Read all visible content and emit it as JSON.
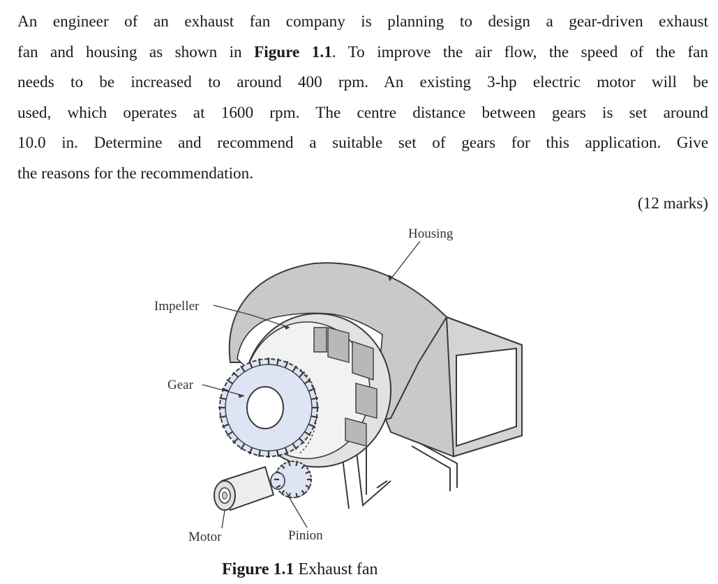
{
  "question": {
    "lines": [
      {
        "pre": "An engineer of an exhaust fan company is planning to design a gear-driven exhaust"
      },
      {
        "pre": "fan and housing as shown in ",
        "bold": "Figure 1.1",
        "post": ". To improve the air flow, the speed of the fan"
      },
      {
        "pre": "needs to be increased to around 400 rpm. An existing 3-hp electric motor will be"
      },
      {
        "pre": "used, which operates at 1600 rpm. The centre distance between gears is set around"
      },
      {
        "pre": "10.0 in. Determine and recommend a suitable set of gears for this application. Give"
      },
      {
        "pre": "the reasons for the recommendation."
      }
    ],
    "marks": "(12 marks)"
  },
  "figure": {
    "labels": {
      "housing": "Housing",
      "impeller": "Impeller",
      "gear": "Gear",
      "motor": "Motor",
      "pinion": "Pinion"
    },
    "caption_number": "Figure 1.1",
    "caption_text": " Exhaust fan",
    "colors": {
      "housing_gray": "#c9c9c9",
      "gear_blue": "#dde4f3",
      "line": "#3a3a3a"
    }
  }
}
